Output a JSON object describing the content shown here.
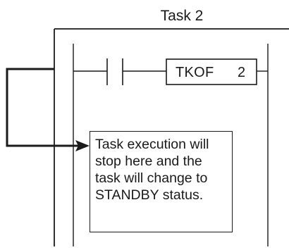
{
  "diagram": {
    "title": "Task 2",
    "instruction": {
      "name": "TKOF",
      "operand": "2"
    },
    "note_lines": [
      "Task execution will",
      "stop here and the",
      "task will change to",
      "STANDBY status."
    ]
  }
}
